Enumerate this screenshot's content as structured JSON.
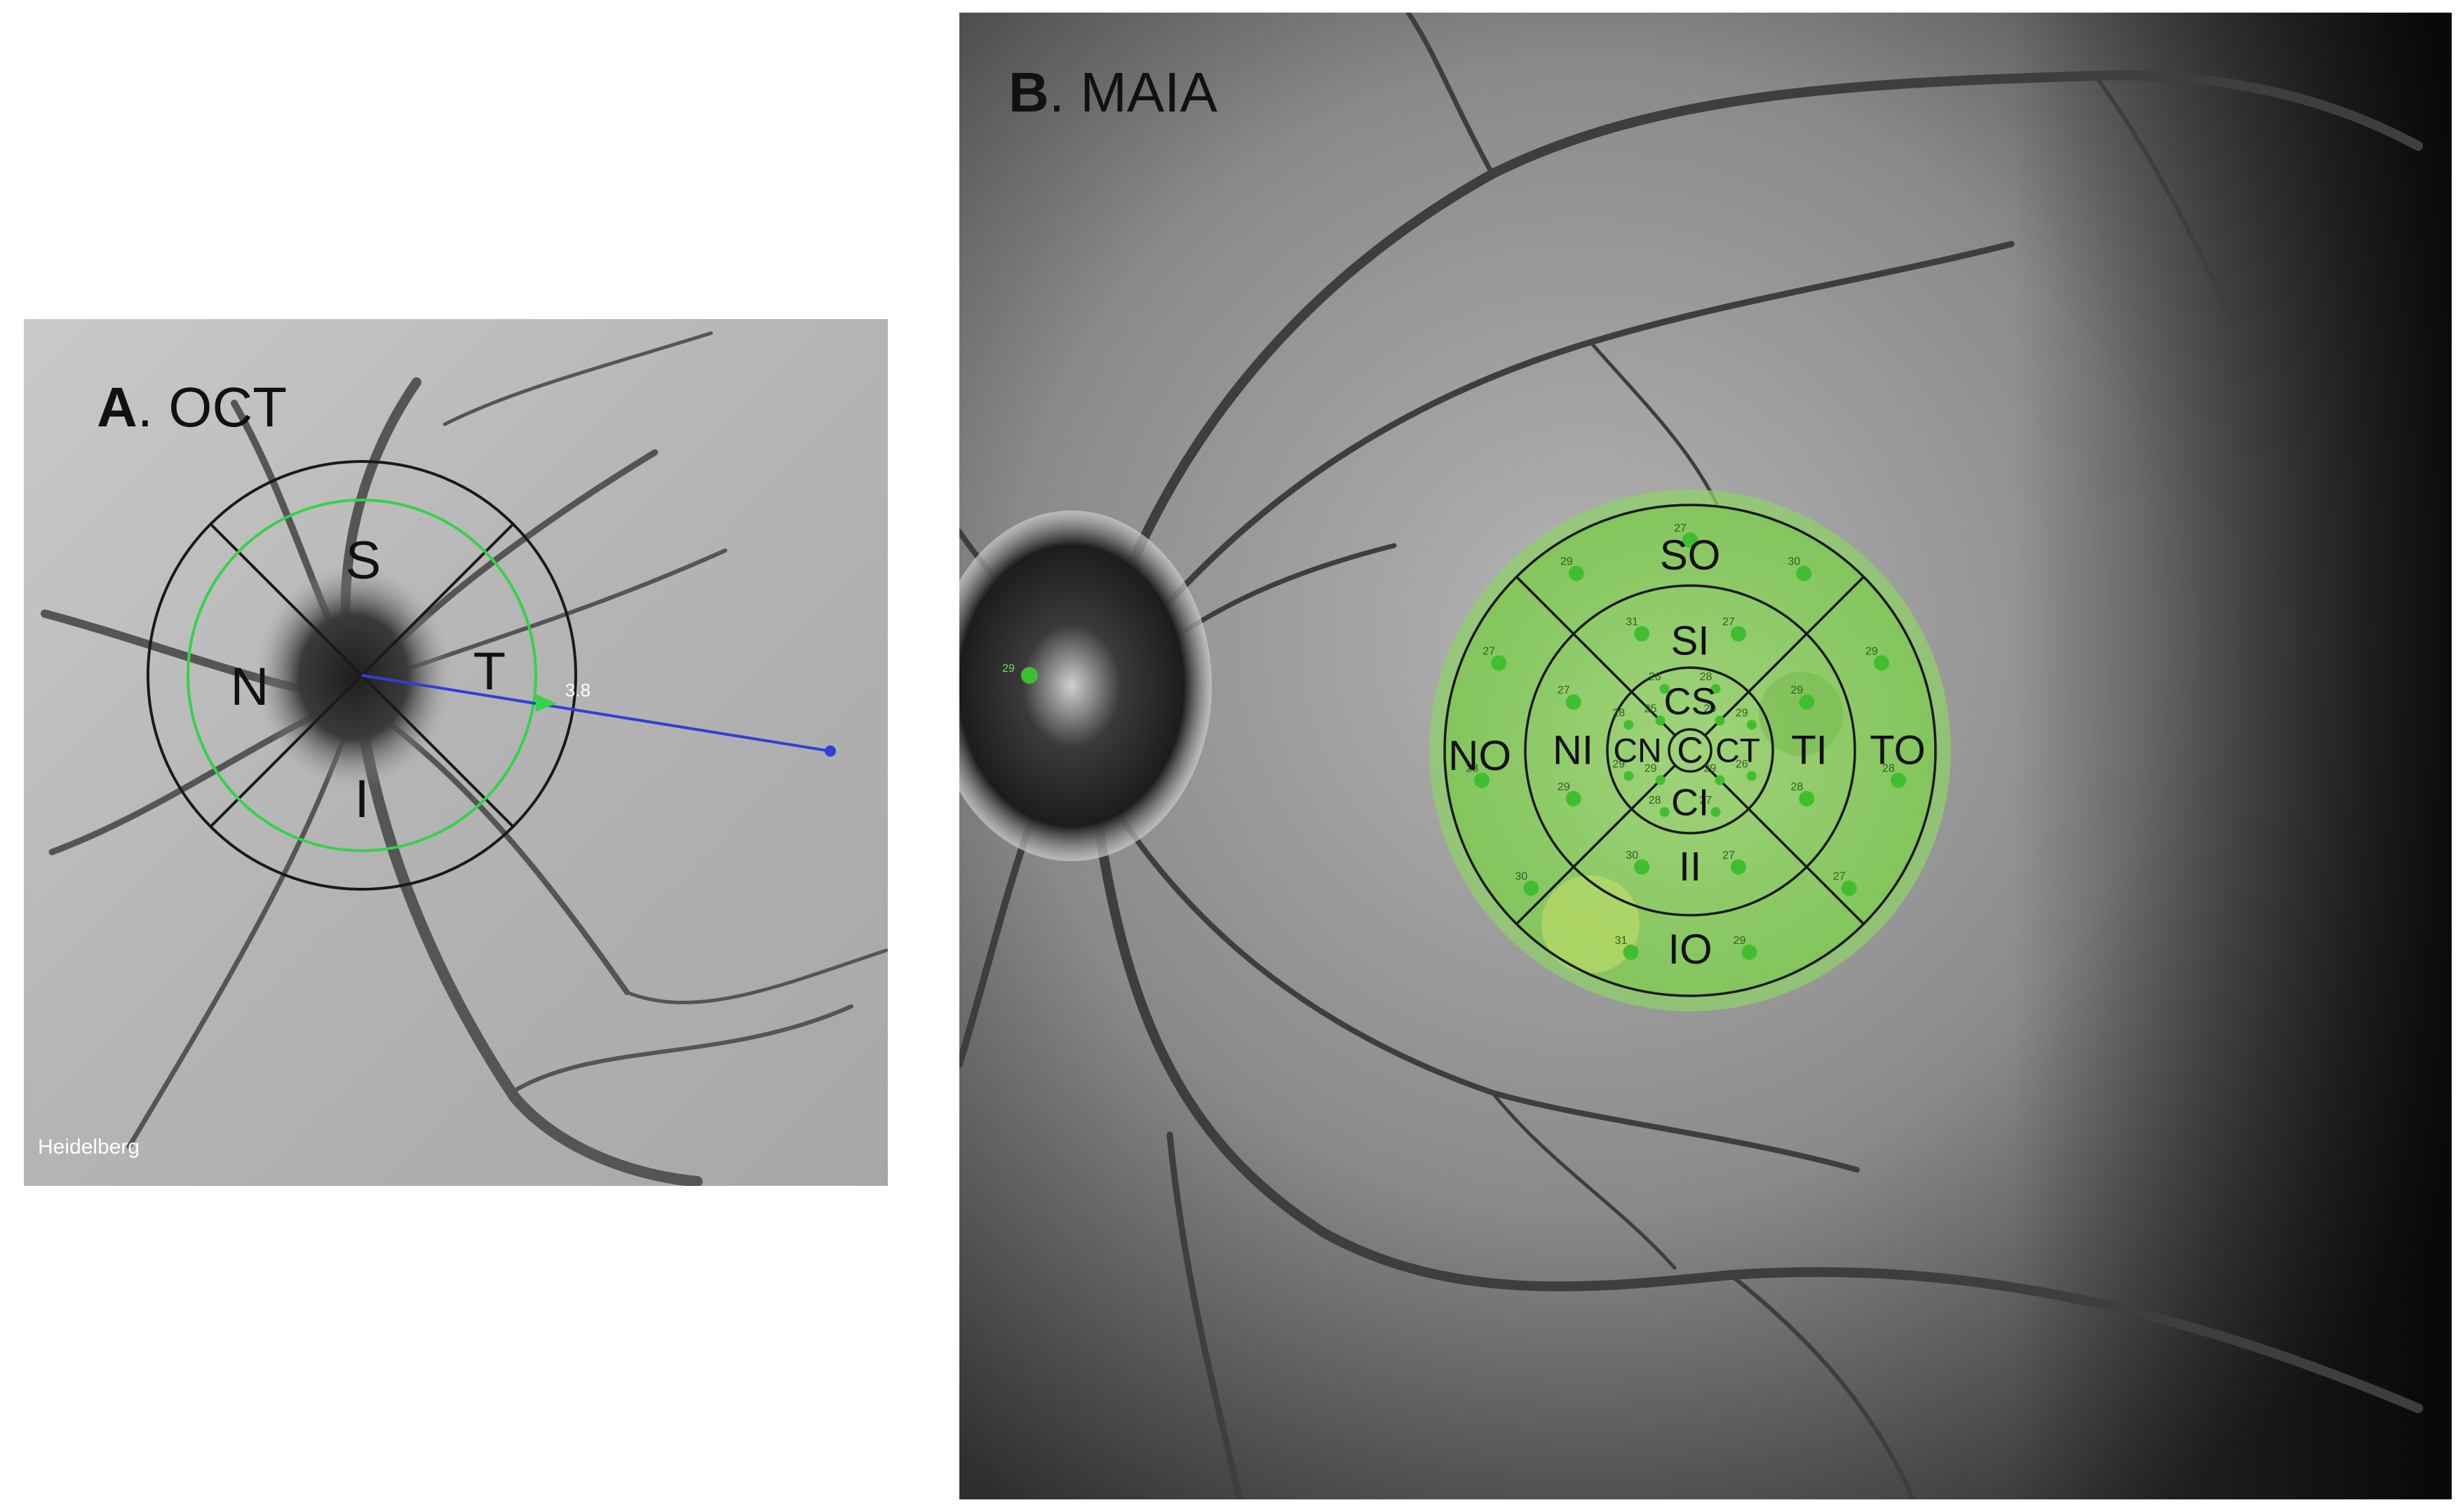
{
  "panel_a": {
    "letter": "A",
    "title": ". OCT",
    "sectors": {
      "superior": "S",
      "nasal": "N",
      "temporal": "T",
      "inferior": "I"
    },
    "scan_line_value": "3.8",
    "corner_text": "Heidelberg",
    "colors": {
      "circle": "#1a1a1a",
      "ring": "#35d24a",
      "scan_line": "#2f3fd8"
    }
  },
  "panel_b": {
    "letter": "B",
    "title": ". MAIA",
    "regions": {
      "SO": "SO",
      "SI": "SI",
      "CS": "CS",
      "NO": "NO",
      "NI": "NI",
      "CN": "CN",
      "C": "C",
      "CT": "CT",
      "TI": "TI",
      "TO": "TO",
      "CI": "CI",
      "II": "II",
      "IO": "IO"
    },
    "points": [
      "29",
      "29",
      "29",
      "25",
      "28",
      "29",
      "26",
      "27",
      "28",
      "29",
      "28",
      "26",
      "27",
      "29",
      "28",
      "27",
      "30",
      "29",
      "27",
      "31",
      "27",
      "30",
      "29",
      "28",
      "27",
      "29",
      "31",
      "30",
      "28",
      "27",
      "29"
    ],
    "disc_point": "29",
    "colors": {
      "overlay": "#8fd06a",
      "grid": "#1a1a1a",
      "point": "#3fbf2f"
    }
  }
}
